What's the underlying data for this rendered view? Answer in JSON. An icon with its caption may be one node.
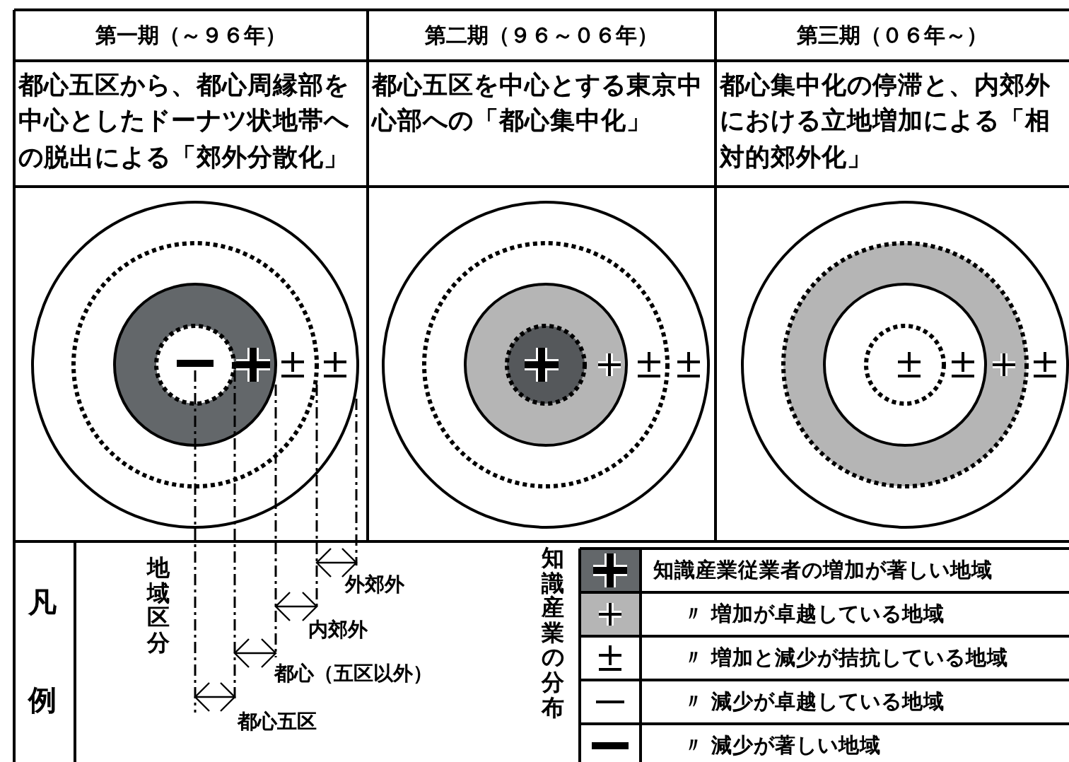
{
  "diagram": {
    "labels": [
      "第一期（～９６年）",
      "第二期（９６～０６年）",
      "第三期（０６年～）",
      "都心五区から、都心周縁部を中心としたドーナツ状地帯への脱出による「郊外分散化」",
      "都心五区を中心とする東京中心部への「都心集中化」",
      "都心集中化の停滞と、内郊外における立地増加による「相対的郊外化」",
      "凡",
      "例",
      "地域区分",
      "外郊外",
      "内郊外",
      "都心（五区以外）",
      "都心五区",
      "知識産業の分布"
    ],
    "legend": [
      {
        "text": "知識産業従業者の増加が著しい地域",
        "color": "#63676a"
      },
      {
        "text": "〃 増加が卓越している地域",
        "color": "#b5b5b5"
      },
      {
        "text": "〃 増加と減少が拮抗している地域"
      },
      {
        "text": "〃 減少が卓越している地域"
      },
      {
        "text": "〃 減少が著しい地域"
      }
    ]
  }
}
